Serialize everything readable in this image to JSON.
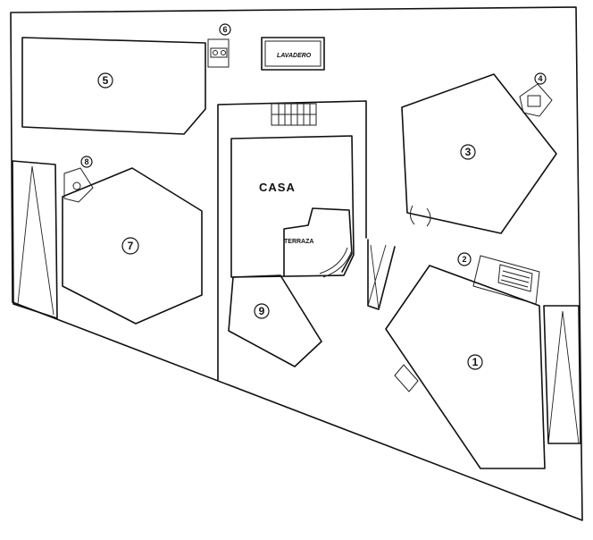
{
  "labels": {
    "casa": "CASA",
    "lavadero": "LAVADERO",
    "terraza": "TERRAZA"
  },
  "markers": [
    "1",
    "2",
    "3",
    "4",
    "5",
    "6",
    "7",
    "8",
    "9"
  ]
}
